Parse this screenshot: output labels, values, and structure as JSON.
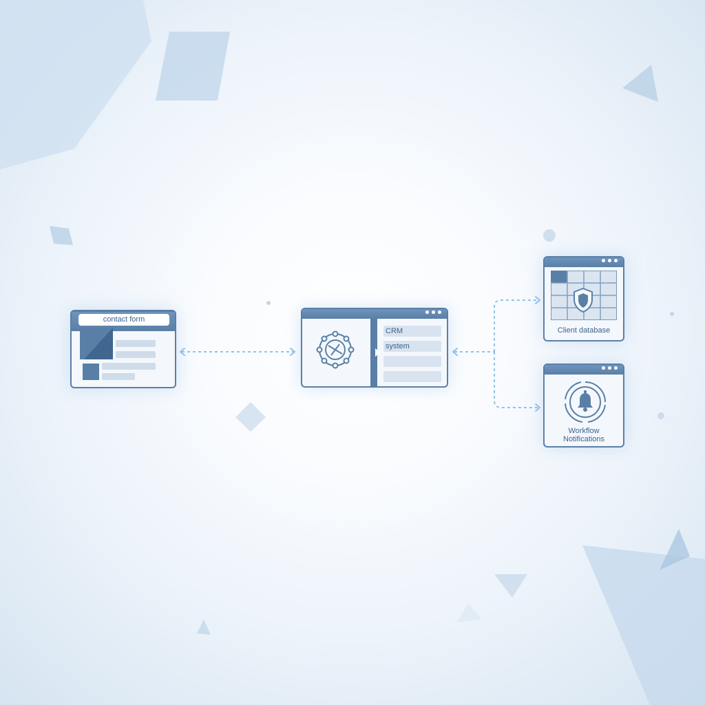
{
  "nodes": {
    "contact_form": {
      "label": "contact form"
    },
    "crm": {
      "line1": "CRM",
      "line2": "system"
    },
    "client_database": {
      "label": "Client database"
    },
    "workflow_notifications": {
      "line1": "Workflow",
      "line2": "Notifications"
    }
  },
  "icons": {
    "crm": "network-gear-icon",
    "client_database": "shield-icon",
    "workflow_notifications": "bell-icon"
  },
  "colors": {
    "frame": "#5a7fa6",
    "connector": "#8ec3ea",
    "panel": "#f4f8fc",
    "text": "#3d628c"
  }
}
